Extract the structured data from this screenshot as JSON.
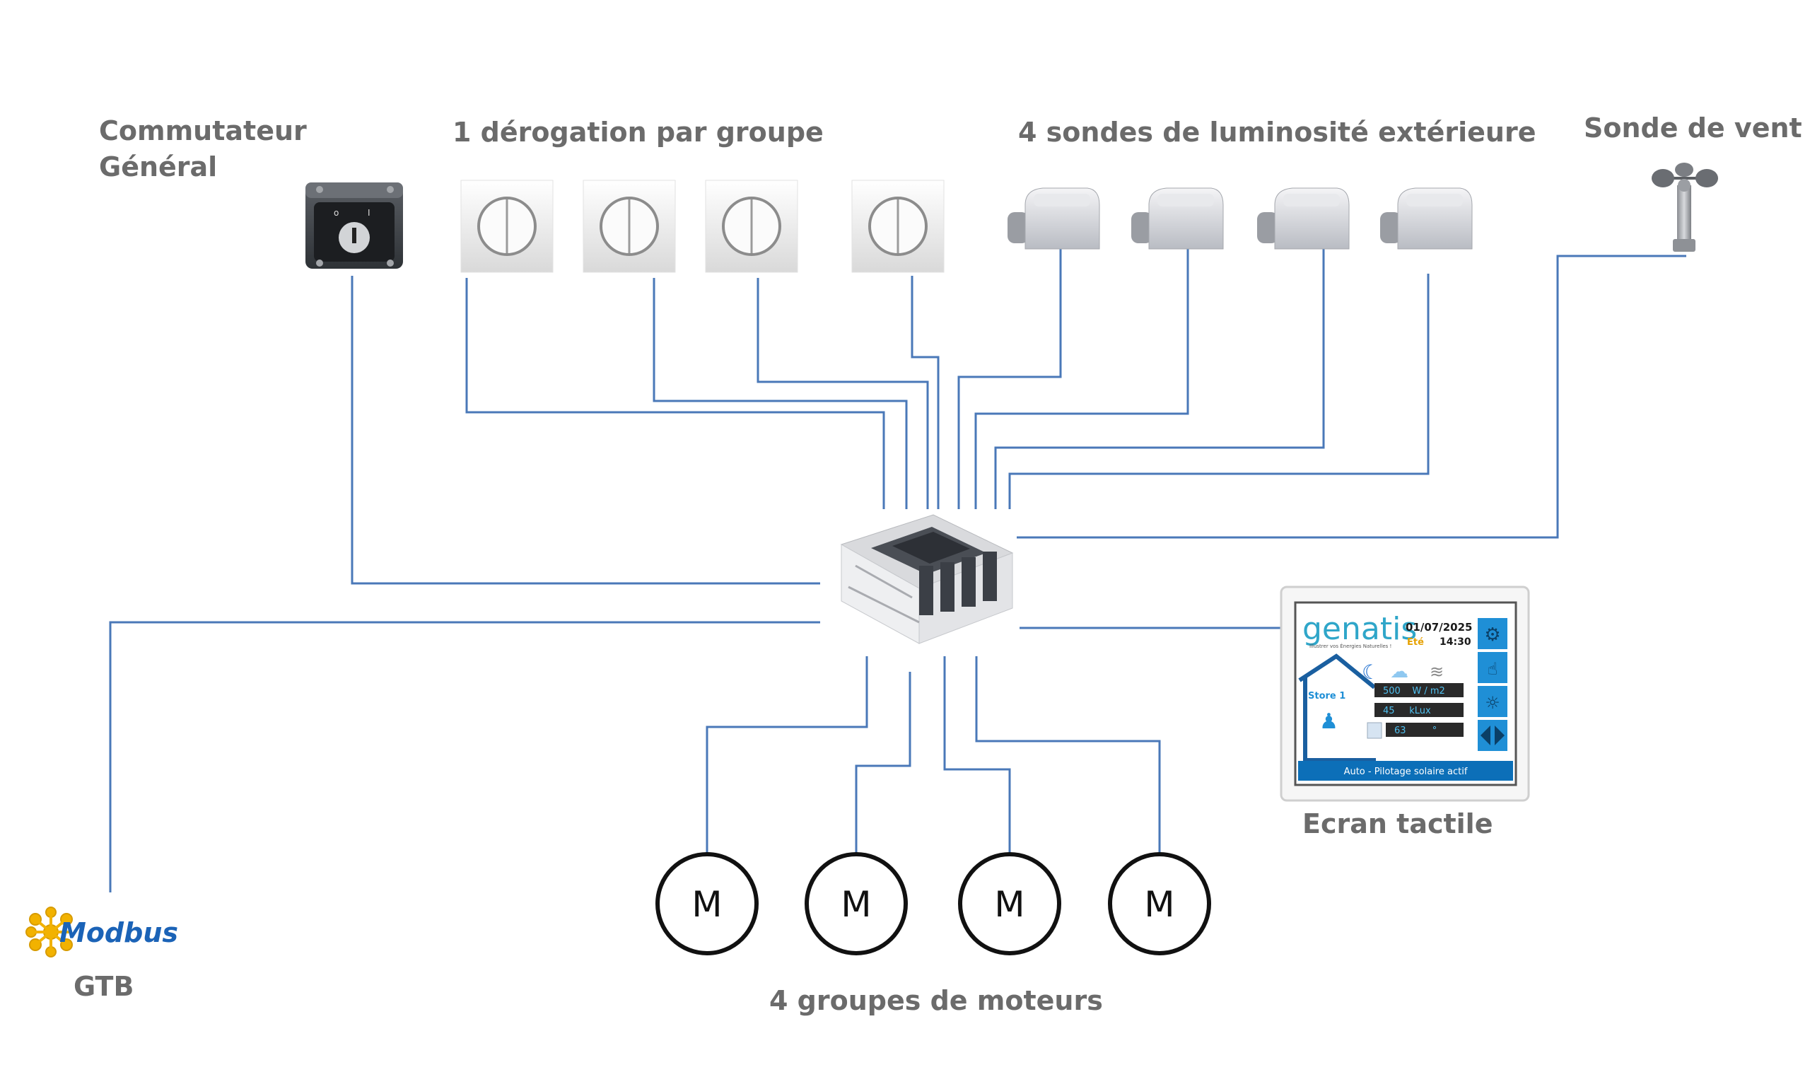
{
  "labels": {
    "commutateur_line1": "Commutateur",
    "commutateur_line2": "Général",
    "derogation": "1 dérogation par groupe",
    "sondes": "4 sondes de luminosité extérieure",
    "vent": "Sonde de vent",
    "ecran": "Ecran tactile",
    "gtb": "GTB",
    "moteurs": "4 groupes de moteurs"
  },
  "motor_symbol": "M",
  "modbus_logo": "Modbus",
  "screen": {
    "brand": "genatis",
    "tagline": "Illustrer vos Énergies Naturelles !",
    "date": "01/07/2025",
    "season": "Eté",
    "time": "14:30",
    "store": "Store 1",
    "readings": [
      "500    W / m2",
      "45     kLux",
      "63         °"
    ],
    "status": "Auto - Pilotage solaire actif"
  },
  "colors": {
    "wire": "#4a78b8",
    "label": "#6b6b6b",
    "screen_accent": "#1f8fd6",
    "status_bar": "#0c6fb8",
    "modbus_blue": "#1b63b7",
    "modbus_yellow": "#f2b200"
  }
}
